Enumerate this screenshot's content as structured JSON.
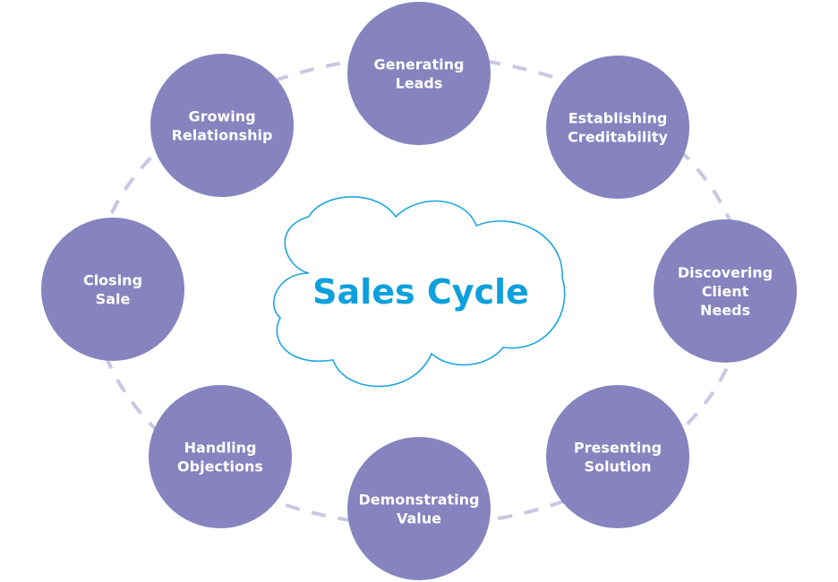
{
  "diagram": {
    "title": "Sales Cycle",
    "type": "cycle",
    "colors": {
      "node_fill": "#8683bf",
      "node_text": "#ffffff",
      "connector": "#c9c7e3",
      "center_outline": "#1ea5e0",
      "center_text": "#0ca0dc"
    },
    "center": {
      "shape": "cloud",
      "label": "Sales Cycle"
    },
    "stages": [
      {
        "id": "generating-leads",
        "lines": [
          "Generating",
          "Leads"
        ]
      },
      {
        "id": "establishing-creditability",
        "lines": [
          "Establishing",
          "Creditability"
        ]
      },
      {
        "id": "discovering-client-needs",
        "lines": [
          "Discovering",
          "Client",
          "Needs"
        ]
      },
      {
        "id": "presenting-solution",
        "lines": [
          "Presenting",
          "Solution"
        ]
      },
      {
        "id": "demonstrating-value",
        "lines": [
          "Demonstrating",
          "Value"
        ]
      },
      {
        "id": "handling-objections",
        "lines": [
          "Handling",
          "Objections"
        ]
      },
      {
        "id": "closing-sale",
        "lines": [
          "Closing",
          "Sale"
        ]
      },
      {
        "id": "growing-relationship",
        "lines": [
          "Growing",
          "Relationship"
        ]
      }
    ]
  }
}
